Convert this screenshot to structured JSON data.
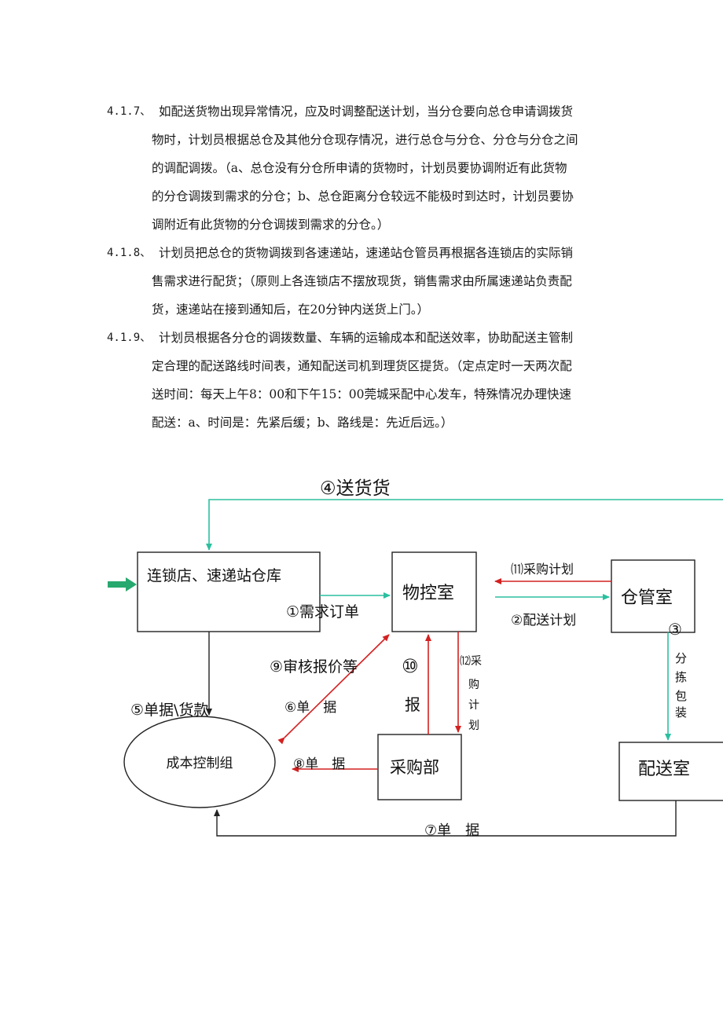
{
  "paragraphs": [
    {
      "number": "4.1.7、",
      "lines": [
        "如配送货物出现异常情况，应及时调整配送计划，当分仓要向总仓申请调拨货",
        "物时，计划员根据总仓及其他分仓现存情况，进行总仓与分仓、分仓与分仓之间",
        "的调配调拨。（a、总仓没有分仓所申请的货物时，计划员要协调附近有此货物",
        "的分仓调拨到需求的分仓；b、总仓距离分仓较远不能极时到达时，计划员要协",
        "调附近有此货物的分仓调拨到需求的分仓。）"
      ]
    },
    {
      "number": "4.1.8、",
      "lines": [
        "计划员把总仓的货物调拨到各速递站，速递站仓管员再根据各连锁店的实际销",
        "售需求进行配货；（原则上各连锁店不摆放现货，销售需求由所属速递站负责配",
        "货，速递站在接到通知后，在20分钟内送货上门。）"
      ]
    },
    {
      "number": "4.1.9、",
      "lines": [
        "计划员根据各分仓的调拨数量、车辆的运输成本和配送效率，协助配送主管制",
        "定合理的配送路线时间表，通知配送司机到理货区提货。（定点定时一天两次配",
        "送时间：每天上午8：00和下午15：00莞城采配中心发车，特殊情况办理快速",
        "配送：a、时间是：先紧后缓；b、路线是：先近后远。）"
      ]
    }
  ],
  "diagram": {
    "nodes": {
      "store": "连锁店、速递站仓库",
      "control": "物控室",
      "warehouse": "仓管室",
      "purchasing": "采购部",
      "delivery": "配送室",
      "cost": "成本控制组"
    },
    "labels": {
      "l4": "④送货货",
      "l11": "⑾采购计划",
      "l1": "①需求订单",
      "l2": "②配送计划",
      "l3": "③",
      "l3v": [
        "分",
        "拣",
        "包",
        "装"
      ],
      "l9": "⑨审核报价等",
      "l10a": "⑩",
      "l10b": "报",
      "l12": "⑿采",
      "l12v": [
        "购",
        "计",
        "划"
      ],
      "l5": "⑤单据\\货款",
      "l6": "⑥单　据",
      "l8": "⑧单　据",
      "l7": "⑦单　据"
    },
    "colors": {
      "teal": "#2bbf9f",
      "red": "#d42020",
      "black": "#222222",
      "green_arrow": "#27a86e"
    }
  }
}
